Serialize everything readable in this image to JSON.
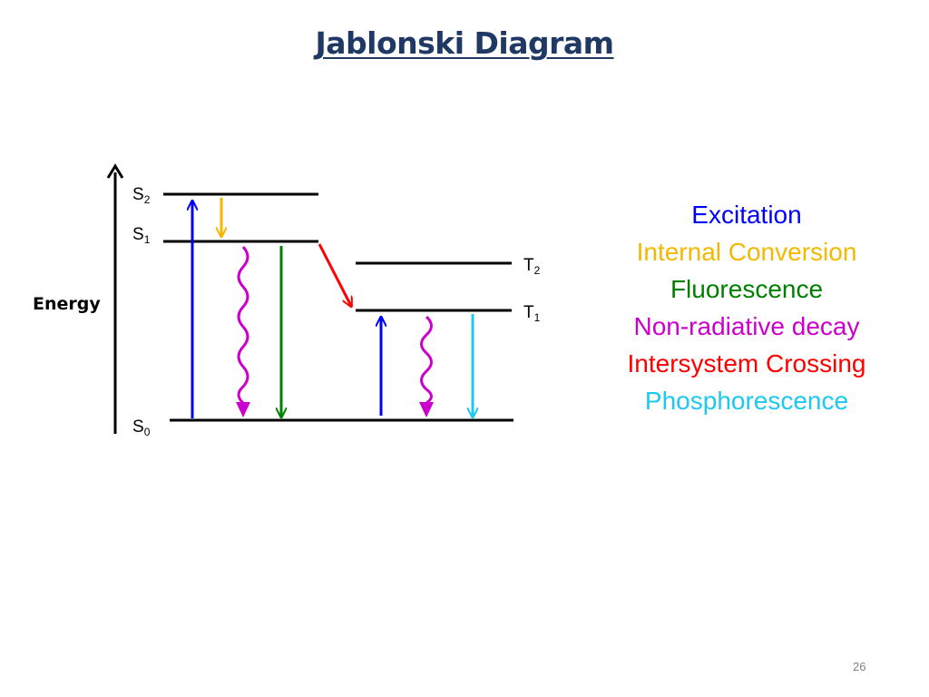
{
  "title": "Jablonski Diagram",
  "axis": {
    "label": "Energy"
  },
  "levels": {
    "S2": {
      "letter": "S",
      "sub": "2"
    },
    "S1": {
      "letter": "S",
      "sub": "1"
    },
    "S0": {
      "letter": "S",
      "sub": "0"
    },
    "T2": {
      "letter": "T",
      "sub": "2"
    },
    "T1": {
      "letter": "T",
      "sub": "1"
    }
  },
  "legend": [
    {
      "key": "excitation",
      "label": "Excitation",
      "color": "#0000ff"
    },
    {
      "key": "internal-conversion",
      "label": "Internal Conversion",
      "color": "#f5b800"
    },
    {
      "key": "fluorescence",
      "label": "Fluorescence",
      "color": "#008000"
    },
    {
      "key": "non-radiative-decay",
      "label": "Non-radiative decay",
      "color": "#cc00cc"
    },
    {
      "key": "intersystem-crossing",
      "label": "Intersystem Crossing",
      "color": "#ff0000"
    },
    {
      "key": "phosphorescence",
      "label": "Phosphorescence",
      "color": "#1ec8f0"
    }
  ],
  "page_number": "26"
}
